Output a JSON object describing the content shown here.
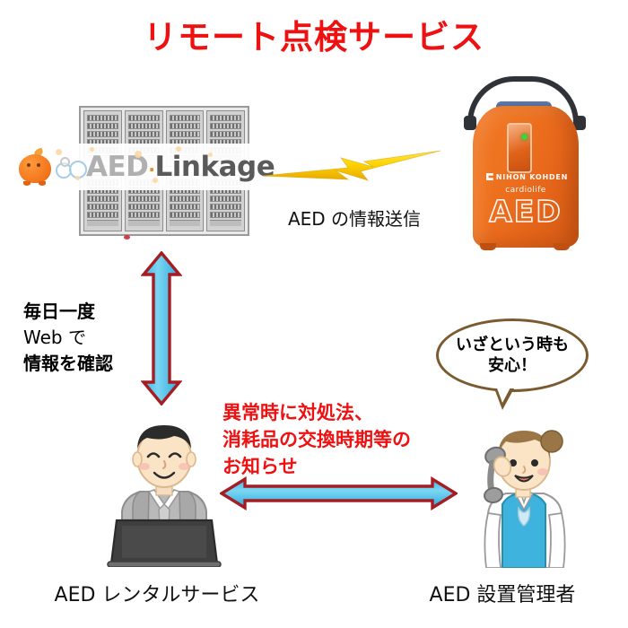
{
  "title": "リモート点検サービス",
  "title_color": "#ee1111",
  "server": {
    "logo_mascot": "orange-mascot-icon",
    "logo_aed": "AED",
    "logo_dot": "·",
    "logo_linkage": "Linkage",
    "rack_name": "server-rack"
  },
  "aed_device": {
    "brand": "NIHON KOHDEN",
    "subbrand": "cardiolife",
    "model_text": "AED",
    "body_color": "#ef7420",
    "led_color": "#44cf3c",
    "handle_color": "#2f3338",
    "top_strip_color": "#3f558a"
  },
  "flow": {
    "bolt_label": "AED の情報送信",
    "bolt_color": "#ffd400",
    "arrow_fill": "#54c6ee",
    "arrow_stroke": "#a51c22"
  },
  "left_note": {
    "line1": "毎日一度",
    "line2": "Web で",
    "line3": "情報を確認"
  },
  "center_note": {
    "line1": "異常時に対処法、",
    "line2": "消耗品の交換時期等の",
    "line3": "お知らせ",
    "color": "#ee1111"
  },
  "speech_bubble": {
    "line1": "いざという時も",
    "line2": "安心！",
    "border_color": "#7a5a2e"
  },
  "captions": {
    "left": "AED レンタルサービス",
    "right": "AED 設置管理者"
  },
  "people": {
    "man": "businessman-with-laptop-illustration",
    "woman": "operator-with-telephone-illustration"
  }
}
